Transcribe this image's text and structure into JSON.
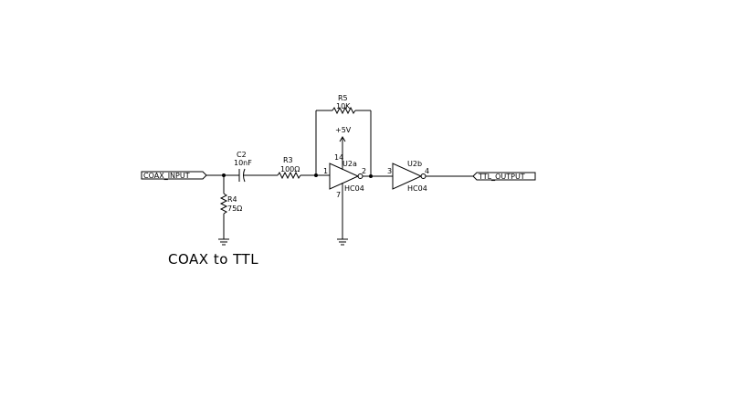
{
  "ports": {
    "input": "COAX_INPUT",
    "output": "TTL_OUTPUT"
  },
  "components": {
    "c2": {
      "ref": "C2",
      "value": "10nF"
    },
    "r3": {
      "ref": "R3",
      "value": "100Ω"
    },
    "r4": {
      "ref": "R4",
      "value": "75Ω"
    },
    "r5": {
      "ref": "R5",
      "value": "10K"
    },
    "u2a": {
      "ref": "U2a",
      "part": "HC04",
      "pin_in": "1",
      "pin_out": "2",
      "pin_vcc": "14",
      "pin_gnd": "7"
    },
    "u2b": {
      "ref": "U2b",
      "part": "HC04",
      "pin_in": "3",
      "pin_out": "4"
    }
  },
  "power": {
    "vcc": "+5V"
  },
  "title": "COAX to TTL",
  "colors": {
    "ink": "#000000",
    "background": "#ffffff"
  }
}
